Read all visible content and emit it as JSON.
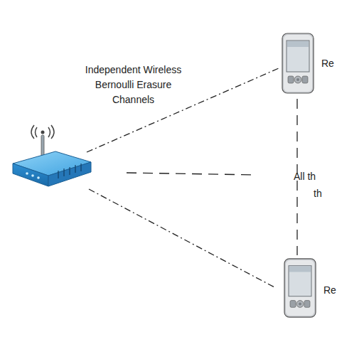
{
  "diagram": {
    "nodes": [
      {
        "text": [
          "Re"
        ]
      },
      {
        "text": [
          "Re"
        ]
      }
    ],
    "edges": [
      {
        "from": 0,
        "to": 1,
        "arrow": "none"
      }
    ],
    "labels": [
      "Independent Wireless Bernoulli Erasure Channels",
      "All th",
      "th"
    ]
  }
}
